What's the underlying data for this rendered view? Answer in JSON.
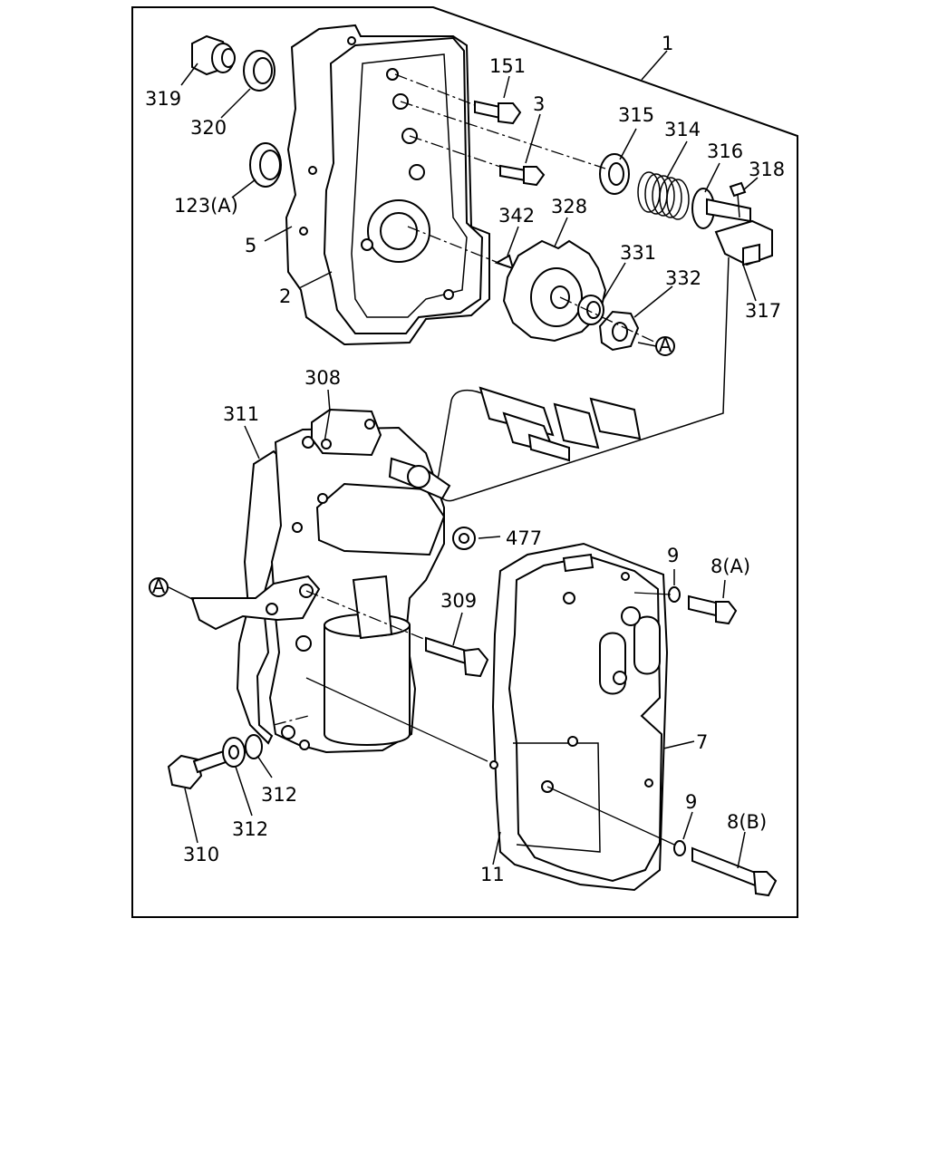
{
  "callouts": [
    {
      "id": "c1",
      "text": "1"
    },
    {
      "id": "c151",
      "text": "151"
    },
    {
      "id": "c3",
      "text": "3"
    },
    {
      "id": "c319",
      "text": "319"
    },
    {
      "id": "c320",
      "text": "320"
    },
    {
      "id": "c123",
      "text": "123(A)"
    },
    {
      "id": "c5",
      "text": "5"
    },
    {
      "id": "c2",
      "text": "2"
    },
    {
      "id": "c315",
      "text": "315"
    },
    {
      "id": "c314",
      "text": "314"
    },
    {
      "id": "c316",
      "text": "316"
    },
    {
      "id": "c318",
      "text": "318"
    },
    {
      "id": "c342",
      "text": "342"
    },
    {
      "id": "c328",
      "text": "328"
    },
    {
      "id": "c331",
      "text": "331"
    },
    {
      "id": "c332",
      "text": "332"
    },
    {
      "id": "c317",
      "text": "317"
    },
    {
      "id": "c308",
      "text": "308"
    },
    {
      "id": "c311",
      "text": "311"
    },
    {
      "id": "c477",
      "text": "477"
    },
    {
      "id": "c309",
      "text": "309"
    },
    {
      "id": "c9a",
      "text": "9"
    },
    {
      "id": "c8a",
      "text": "8(A)"
    },
    {
      "id": "c7",
      "text": "7"
    },
    {
      "id": "c9b",
      "text": "9"
    },
    {
      "id": "c8b",
      "text": "8(B)"
    },
    {
      "id": "c312a",
      "text": "312"
    },
    {
      "id": "c312b",
      "text": "312"
    },
    {
      "id": "c310",
      "text": "310"
    },
    {
      "id": "c11",
      "text": "11"
    }
  ],
  "refs": {
    "ref_a_top": "A",
    "ref_a_left": "A"
  }
}
